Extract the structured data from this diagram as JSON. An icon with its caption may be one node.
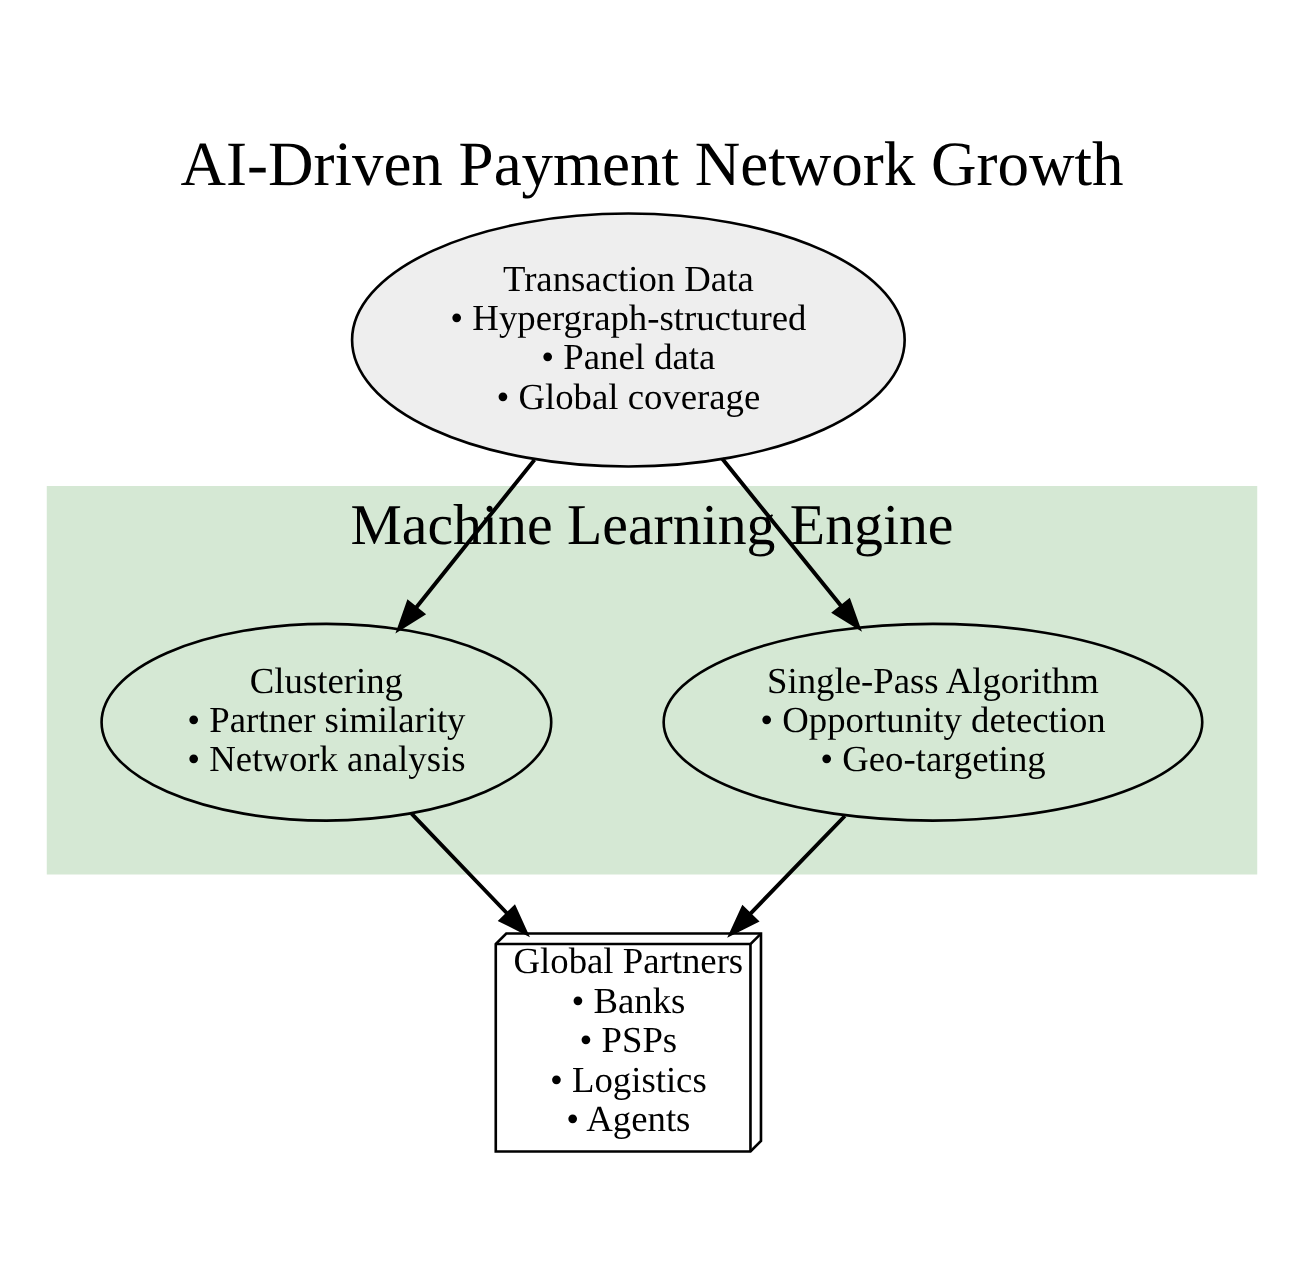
{
  "diagram": {
    "title": "AI-Driven Payment Network Growth",
    "nodes": [
      {
        "text": [
          "Transaction Data",
          "• Hypergraph-structured",
          "• Panel data",
          "• Global coverage"
        ]
      },
      {
        "text": [
          "Machine Learning Engine"
        ]
      },
      {
        "text": [
          "Clustering",
          "• Partner similarity",
          "• Network analysis"
        ],
        "in": 1
      },
      {
        "text": [
          "Single-Pass Algorithm",
          "• Opportunity detection",
          "• Geo-targeting"
        ],
        "in": 1
      },
      {
        "text": [
          "Global Partners",
          "• Banks",
          "• PSPs",
          "• Logistics",
          "• Agents"
        ]
      }
    ],
    "edges": [
      {
        "from": 0,
        "to": 2,
        "arrow": "to"
      },
      {
        "from": 0,
        "to": 3,
        "arrow": "to"
      },
      {
        "from": 2,
        "to": 4,
        "arrow": "to"
      },
      {
        "from": 3,
        "to": 4,
        "arrow": "to"
      }
    ]
  }
}
